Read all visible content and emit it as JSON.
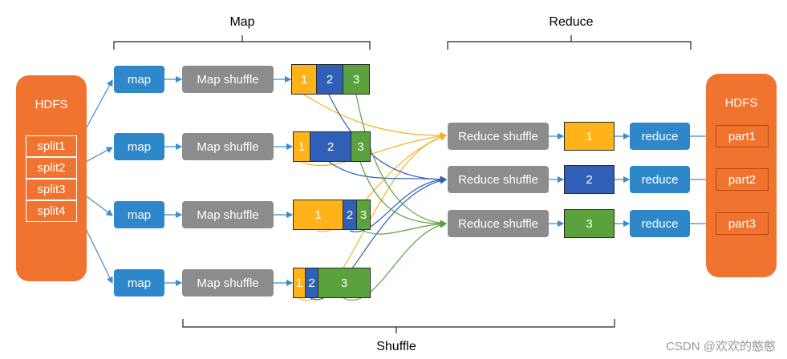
{
  "labels": {
    "map": "Map",
    "reduce": "Reduce",
    "shuffle": "Shuffle"
  },
  "hdfs_in": {
    "title": "HDFS",
    "splits": [
      "split1",
      "split2",
      "split3",
      "split4"
    ]
  },
  "hdfs_out": {
    "title": "HDFS",
    "parts": [
      "part1",
      "part2",
      "part3"
    ]
  },
  "map_label": "map",
  "map_shuffle_label": "Map shuffle",
  "partitions": [
    {
      "segments": [
        "1",
        "2",
        "3"
      ]
    },
    {
      "segments": [
        "1",
        "2",
        "3"
      ]
    },
    {
      "segments": [
        "1",
        "2",
        "3"
      ]
    },
    {
      "segments": [
        "1",
        "2",
        "3"
      ]
    }
  ],
  "reduce_shuffle_label": "Reduce shuffle",
  "reduce_partitions": [
    "1",
    "2",
    "3"
  ],
  "reduce_label": "reduce",
  "colors": {
    "hdfs": "#f0742f",
    "map": "#2e87c8",
    "shuffle": "#8c8c8c",
    "p1": "#ffb319",
    "p2": "#2f5fb7",
    "p3": "#5aa23c"
  },
  "watermark": "CSDN @欢欢的憨憨"
}
